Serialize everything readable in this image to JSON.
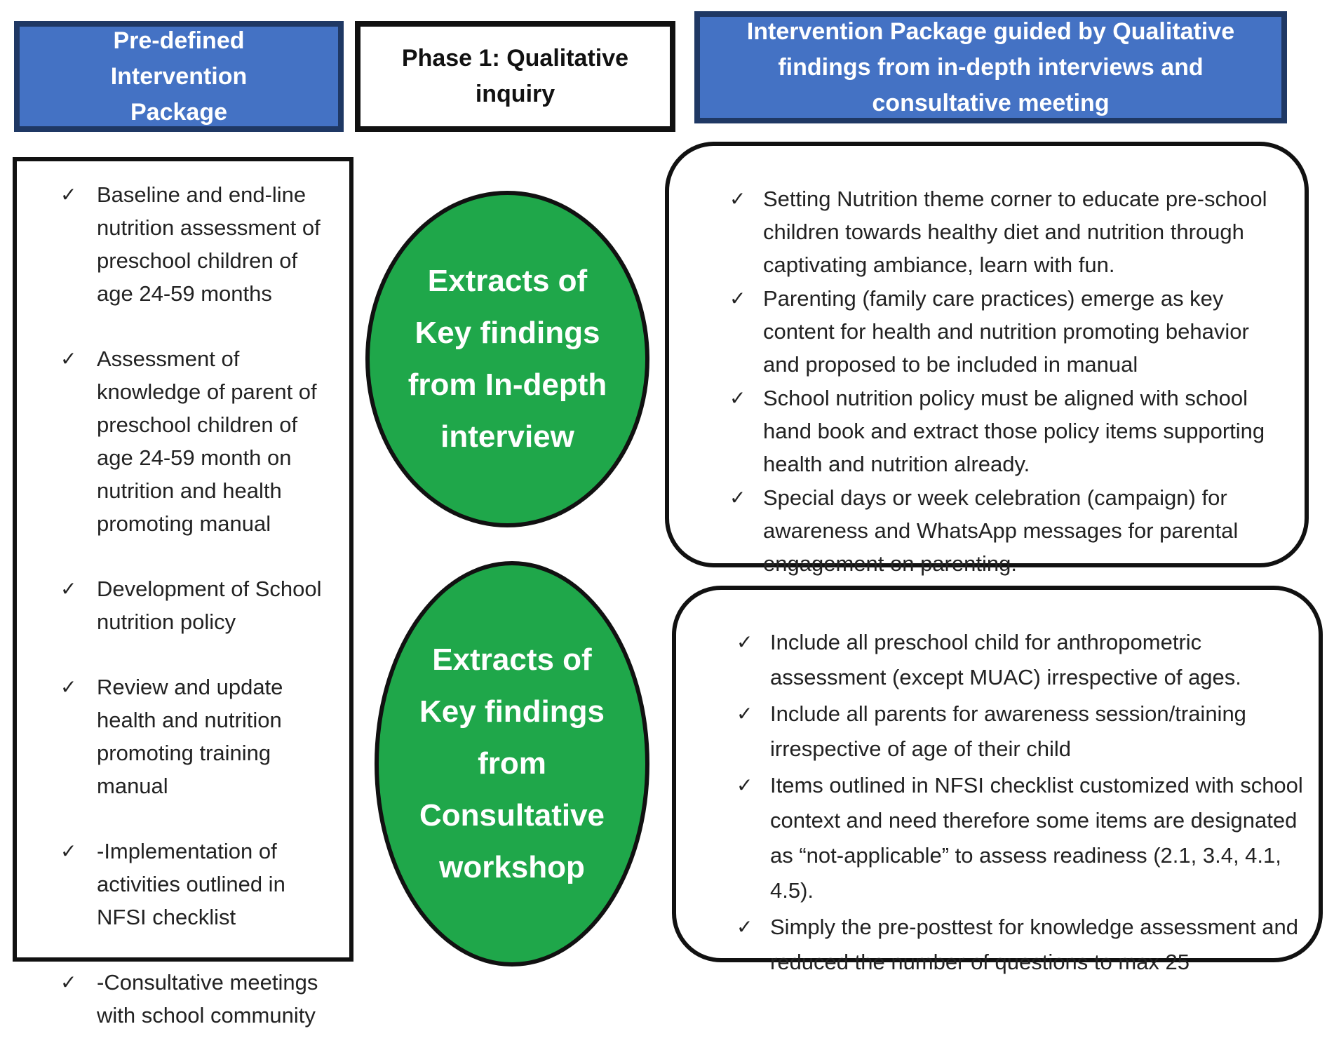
{
  "headers": {
    "left": "Pre-defined Intervention Package",
    "middle": "Phase 1: Qualitative inquiry",
    "right": "Intervention Package guided by Qualitative findings from in-depth interviews and consultative meeting"
  },
  "check_glyph": "✓",
  "left_items": [
    "Baseline and end-line nutrition assessment of preschool children of age 24-59 months",
    "Assessment of knowledge of parent of preschool children of age 24-59 month on nutrition and health promoting manual",
    "Development of School nutrition policy",
    "Review and update health and nutrition promoting training manual",
    "-Implementation of activities outlined in NFSI checklist",
    "-Consultative meetings with school community"
  ],
  "ellipses": {
    "top": "Extracts of Key findings from In-depth interview",
    "bottom": "Extracts of Key findings from Consultative workshop"
  },
  "right_top_items": [
    "Setting Nutrition theme corner to educate pre-school children towards healthy diet and nutrition through captivating ambiance, learn with fun.",
    "Parenting (family care practices) emerge as key content for health and nutrition promoting behavior and proposed to be included in manual",
    "School nutrition policy must be aligned with school hand book and extract those policy items supporting health and nutrition already.",
    "Special days or week celebration (campaign) for awareness and WhatsApp messages for parental engagement on parenting."
  ],
  "right_bottom_items": [
    "Include all preschool child for anthropometric assessment (except MUAC) irrespective of ages.",
    "Include all parents for awareness session/training irrespective of age of their child",
    "Items outlined in NFSI checklist customized with school context and need therefore some items are designated as “not-applicable” to assess readiness (2.1, 3.4, 4.1, 4.5).",
    "Simply the pre-posttest for knowledge assessment and reduced the number of questions to max 25"
  ],
  "colors": {
    "header_blue": "#4472c4",
    "header_border": "#1f3864",
    "ellipse_green": "#1fa74a"
  }
}
